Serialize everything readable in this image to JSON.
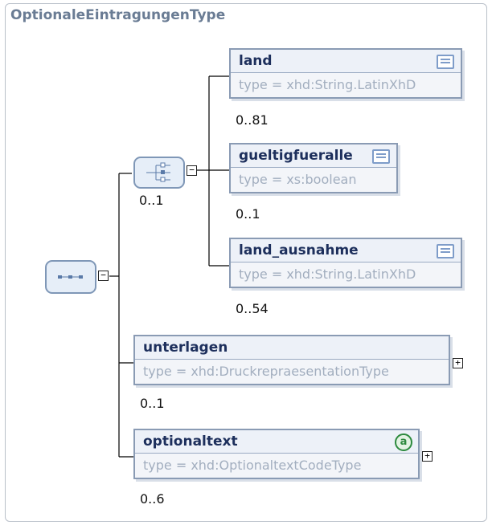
{
  "title": "OptionaleEintragungenType",
  "elements": {
    "land": {
      "name": "land",
      "type": "type = xhd:String.LatinXhD",
      "card": "0..81",
      "icon": "documentation-icon"
    },
    "gueltigfueralle": {
      "name": "gueltigfueralle",
      "type": "type = xs:boolean",
      "card": "0..1",
      "icon": "documentation-icon"
    },
    "land_ausnahme": {
      "name": "land_ausnahme",
      "type": "type = xhd:String.LatinXhD",
      "card": "0..54",
      "icon": "documentation-icon"
    },
    "unterlagen": {
      "name": "unterlagen",
      "type": "type = xhd:DruckrepraesentationType",
      "card": "0..1"
    },
    "optionaltext": {
      "name": "optionaltext",
      "type": "type = xhd:OptionaltextCodeType",
      "card": "0..6",
      "attr_glyph": "a"
    }
  },
  "choice": {
    "card": "0..1",
    "icon": "choice-icon"
  },
  "sequence": {
    "icon": "sequence-icon"
  },
  "toggles": {
    "minus": "−",
    "plus": "+"
  }
}
